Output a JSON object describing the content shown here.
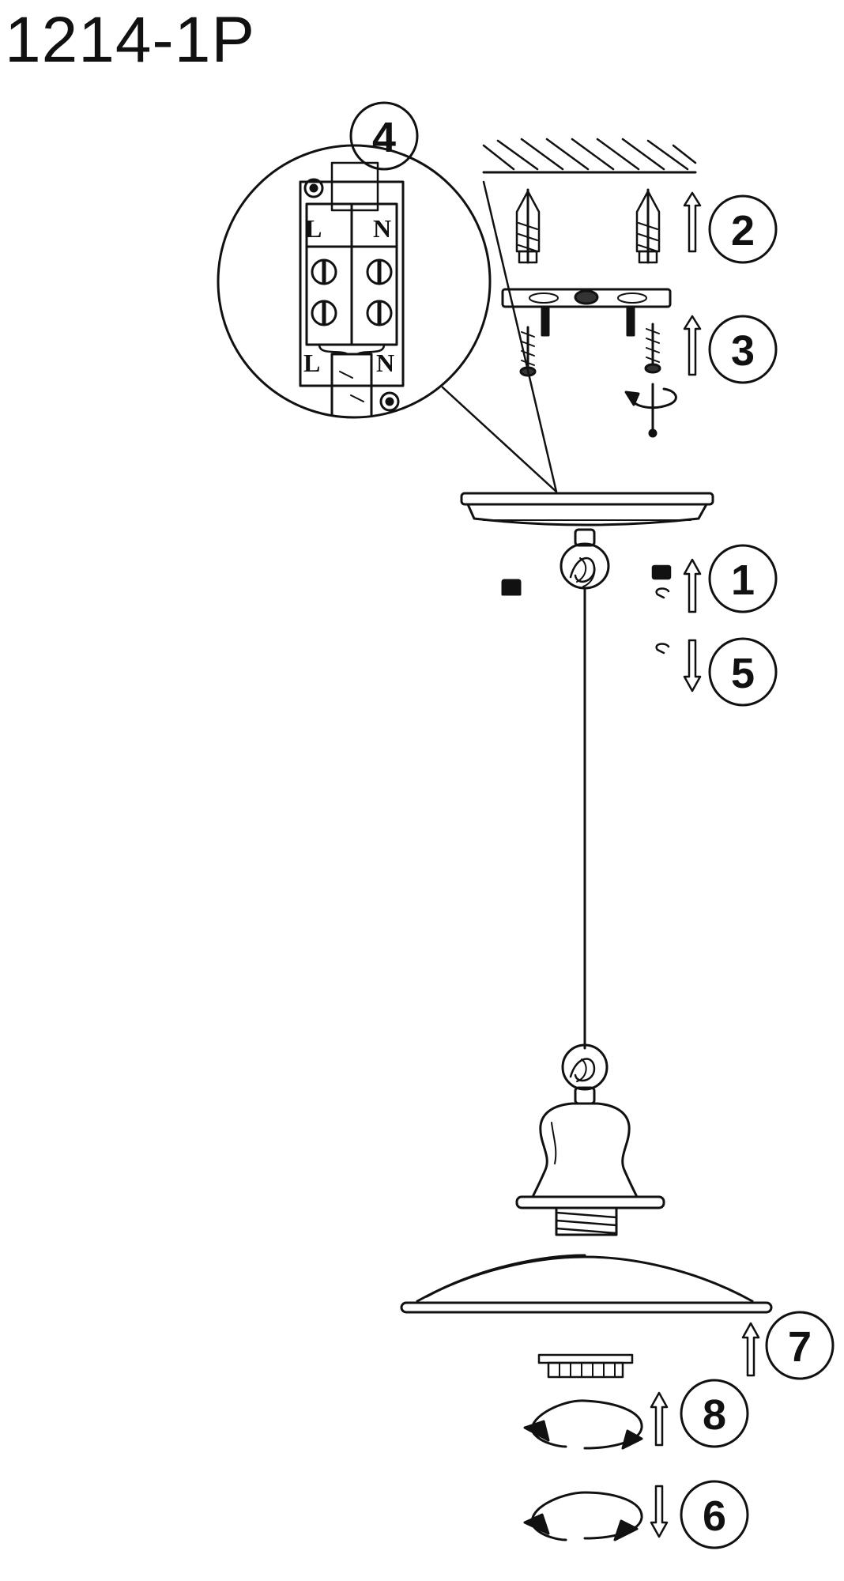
{
  "title": "1214-1P",
  "steps": [
    {
      "number": "1",
      "direction": "up"
    },
    {
      "number": "2",
      "direction": "up"
    },
    {
      "number": "3",
      "direction": "up"
    },
    {
      "number": "4",
      "direction": "none"
    },
    {
      "number": "5",
      "direction": "down"
    },
    {
      "number": "6",
      "direction": "down"
    },
    {
      "number": "7",
      "direction": "up"
    },
    {
      "number": "8",
      "direction": "up"
    }
  ],
  "terminal_block": {
    "top_labels": [
      "L",
      "N"
    ],
    "bottom_labels": [
      "L",
      "N"
    ]
  }
}
